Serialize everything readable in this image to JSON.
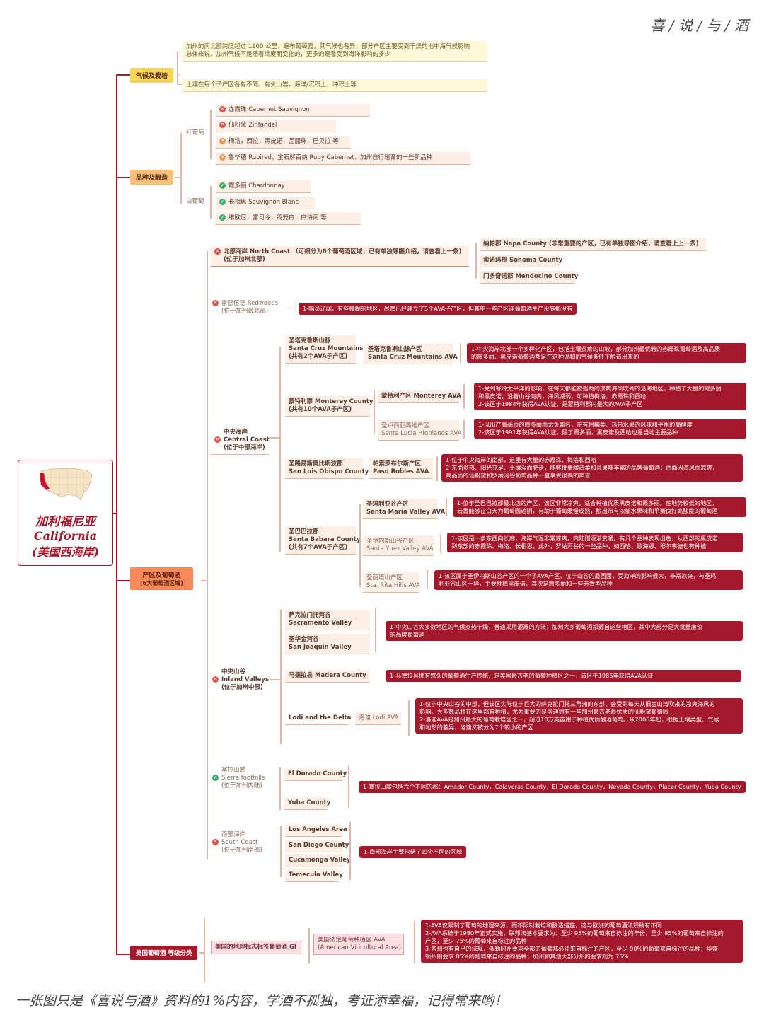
{
  "header": {
    "brand": "喜 / 说 / 与 / 酒"
  },
  "footer": {
    "slogan": "一张图只是《喜说与酒》资料的1%内容，学酒不孤独，考证添幸福，记得常来哟！"
  },
  "root": {
    "line1": "加利福尼亚",
    "line2": "California",
    "line3": "(美国西海岸)"
  },
  "climate": {
    "label": "气候及栽培",
    "note1a": "加州的南北部跨度超过 1100 公里，遍布葡萄园，其气候也各异，部分产区主要受到干燥的地中海气候影响",
    "note1b": "总体来说，加州气候不是随着纬度而变化的，更多的是看受到海洋影响的多少",
    "note2": "土壤在每个子产区各有不同，有火山岩，海洋/沉积土，冲积土等"
  },
  "varieties": {
    "label": "品种及酿造",
    "red": {
      "label": "红葡萄",
      "items": [
        "赤霞珠 Cabernet Sauvignon",
        "仙粉黛 Zinfandel",
        "梅洛，西拉，黑皮诺，品丽珠，巴贝拉 等",
        "鲁毕德 Rubired，宝石解百纳 Ruby Cabernet，加州自行培育的一些新品种"
      ]
    },
    "white": {
      "label": "白葡萄",
      "items": [
        "霞多丽 Chardonnay",
        "长相思 Sauvignon Blanc",
        "维欧尼，雷司令，鸽笼白，白诗南 等"
      ]
    }
  },
  "regions": {
    "label": "产区及葡萄酒",
    "sublabel": "(6大葡萄酒区域)",
    "north_coast": {
      "label1": "北部海岸 North Coast （可细分为6个葡萄酒区域，已有单独导图介绍，请查看上一条)",
      "label2": "(位于加州北部)",
      "subs": [
        "纳帕郡 Napa County (非常重要的产区，已有单独导图介绍，请查看上上一条)",
        "索诺玛郡 Sonoma County",
        "门多奇诺郡 Mendocino County"
      ]
    },
    "redwoods": {
      "l1": "雷德伍德 Redwoods",
      "l2": "(位于加州最北部)",
      "note": "1-幅员辽阔，有些模糊的地区，尽管已经建立了5个AVA子产区，但其中一些产区连葡萄酒生产设施都没有"
    },
    "central_coast": {
      "l1": "中央海岸",
      "l2": "Central Coast",
      "l3": "(位于中部海岸)",
      "scm": {
        "l1": "圣塔克鲁斯山脉",
        "l2": "Santa Cruz Mountains",
        "l3": "(共有2个AVA子产区)",
        "ava1": "圣塔克鲁斯山脉产区",
        "ava2": "Santa Cruz Mountains AVA",
        "n1": "1-中央海岸北部一个多样化产区，包括土壤贫瘠的山坡，部分加州最优雅的赤霞珠葡萄酒及高品质",
        "n2": "的霞多丽、黑皮诺葡萄酒都是在这种温和的气候条件下酿造出来的"
      },
      "mty": {
        "l1": "蒙特利郡 Monterey County",
        "l2": "(共有10个AVA子产区)",
        "ava": "蒙特利产区 Monterey AVA",
        "n1": "1-受到寒冷太平洋的影响，在每天都能被强劲的凉爽海风吹到的沿海地区，种植了大量的霞多丽",
        "n2": "和黑皮诺。沿着山谷向内，海风减弱，可种植梅洛、赤霞珠和西哈",
        "n3": "2-该区于1984年获得AVA认证，是蒙特利郡内最大的AVA子产区",
        "ava2a": "圣卢西亚高地产区",
        "ava2b": "Santa Lucia Highlands AVA",
        "m1": "1-以出产高品质的霞多丽而尤负盛名，带有柑橘类、热带水果的风味和平衡的高酸度",
        "m2": "2-该区于1991年获得AVA认证，除了霞多丽，黑皮诺及西哈也是当地主要品种"
      },
      "slo": {
        "l1": "圣路易斯奥比斯波郡",
        "l2": "San Luis Obispo County",
        "ava1": "帕索罗布尔斯产区",
        "ava2": "Paso Robles AVA",
        "n1": "1-位于中央海岸的南部，这里有大量的赤霞珠、梅洛和西哈",
        "n2": "2-东面炎热、阳光充足、土壤深而肥沃，能够批量酿造柔和且果味丰富的品牌葡萄酒；西面因海风而凉爽，",
        "n3": "高品质的仙粉黛和罗纳河谷葡萄品种一直享受很高的声誉"
      },
      "sb": {
        "l1": "圣巴巴拉郡",
        "l2": "Santa Babara County",
        "l3": "(共有7个AVA子产区)",
        "smv": {
          "a": "圣玛利亚谷产区",
          "b": "Santa Maria Valley AVA",
          "n1": "1-位于圣巴巴拉郡最北边的产区，该区非常凉爽，适合种植优质黑皮诺和霞多丽。在地势较低的地区，",
          "n2": "云雾能够在白天为葡萄园遮阴，有助于葡萄缓慢成熟，酿出带有浓郁水果味和平衡良好高酸度的葡萄酒"
        },
        "syv": {
          "a": "圣伊内斯山谷产区",
          "b": "Santa Ynez Valley AVA",
          "n1": "1-该区是一条东西向长廊，海岸气温非常凉爽，内陆则逐渐变暖。有几个品种表现出色，从西部的黑皮诺",
          "n2": "到东部的赤霞珠、梅洛、长相思。此外，罗纳河谷的一些品种，如西哈、歌海娜、穆尔韦德也有种植"
        },
        "srh": {
          "a": "圣丽塔山产区",
          "b": "Sta. Rita Hills AVA",
          "n1": "1-该区属于圣伊内斯山谷产区的一个子AVA产区，位于山谷的最西面，受海洋的影响很大，非常凉爽，与圣玛",
          "n2": "利亚谷山区一样，主要种植黑皮诺，其次是霞多丽和一些芳香型品种"
        }
      }
    },
    "inland": {
      "l1": "中央山谷",
      "l2": "Inland Valleys",
      "l3": "(位于加州中部)",
      "sac": {
        "a": "萨克拉门托河谷",
        "b": "Sacramento Valley"
      },
      "sjv": {
        "a": "圣华金河谷",
        "b": "San Joaquin Valley"
      },
      "sv_note1": "1-中央山谷大多数地区的气候炎热干燥，普遍采用灌溉的方法；加州大多葡萄酒都源自这些地区，其中大部分是大批量廉价",
      "sv_note2": "的品牌葡萄酒",
      "madera": "马德拉县 Madera County",
      "madera_note": "1-马德拉县拥有悠久的葡萄酒生产传统，是美国最古老的葡萄种植区之一，该区于1985年获得AVA认证",
      "lodi": "Lodi and the Delta",
      "lodi_ava": "洛迪 Lodi AVA",
      "lodi_n": [
        "1-位于中央山谷的中部，但该区实际位于巨大的萨克拉门托三角洲的东部，会受到每天从旧金山湾吹来的凉爽海风的",
        "影响。大多数品种在这里都有种植，尤为重要的是洛迪拥有一些加州最古老最优质的仙粉黛葡萄园",
        "2-洛迪AVA是加州最大的葡萄栽培区之一，超过10万英亩用于种植优质酿酒葡萄。从2006年起，根据土壤类型、气候",
        "和地形的差异，洛迪又被分为7个较小的产区"
      ]
    },
    "sierra": {
      "l1": "塞拉山麓",
      "l2": "Sierra foothills",
      "l3": "(位于加州内陆)",
      "s1": "El Dorado County",
      "s2": "Yuba County",
      "note": "1-塞拉山麓包括六个不同的郡：Amador County，Calaveras County，El Dorado County，Nevada County，Placer County，Yuba County"
    },
    "south": {
      "l1": "南部海岸",
      "l2": "South Coast",
      "l3": "(位于加州南部)",
      "subs": [
        "Los Angeles Area",
        "San Diego County",
        "Cucamonga Valley",
        "Temecula Valley"
      ],
      "note": "1-南部海岸主要包括了四个不同的区域"
    }
  },
  "classes": {
    "label": "美国葡萄酒 等级分类",
    "gi": "美国的地理标志标签葡萄酒 GI",
    "ava1": "美国法定葡萄种植区 AVA",
    "ava2": "(American Viticultural Area)",
    "n": [
      "1-AVA仅限制了葡萄的地理来源，而不限制栽培和酿造措施，这与欧洲的葡萄酒法规稍有不同",
      "2-AVA系统于1980年正式实施，联邦法基本要求为：至少 95%的葡萄来自标注的年份，至少 85%的葡萄来自标注的",
      "产区，至少 75%的葡萄来自标注的品种",
      "3-各州也有自己的法规，俄勒冈州要求全部的葡萄都必须来自标注的产区，至少 90%的葡萄来自标注的品种；华盛",
      "顿州则要求 85%的葡萄来自标注的品种；加州和其他大部分州的要求则为 75%"
    ]
  }
}
